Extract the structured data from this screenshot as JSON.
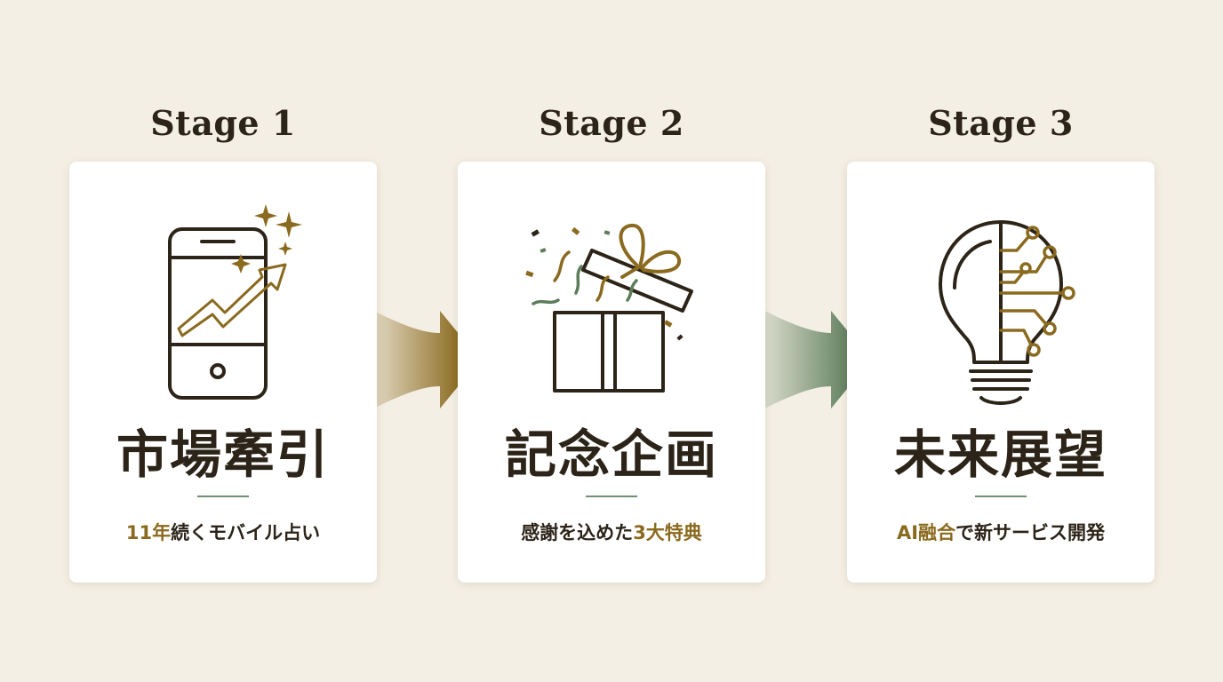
{
  "stages": [
    {
      "label": "Stage 1",
      "title": "市場牽引",
      "subtitle_accent": "11年",
      "subtitle_rest": "続くモバイル占い",
      "icon": "smartphone-growth-icon"
    },
    {
      "label": "Stage 2",
      "title": "記念企画",
      "subtitle_rest": "感謝を込めた",
      "subtitle_accent": "3大特典",
      "icon": "gift-box-icon"
    },
    {
      "label": "Stage 3",
      "title": "未来展望",
      "subtitle_accent": "AI融合",
      "subtitle_rest": "で新サービス開発",
      "icon": "ai-lightbulb-icon"
    }
  ],
  "colors": {
    "background": "#f4efe4",
    "text_dark": "#2c2418",
    "gold": "#8a6a1f",
    "green": "#5c7d5a"
  }
}
